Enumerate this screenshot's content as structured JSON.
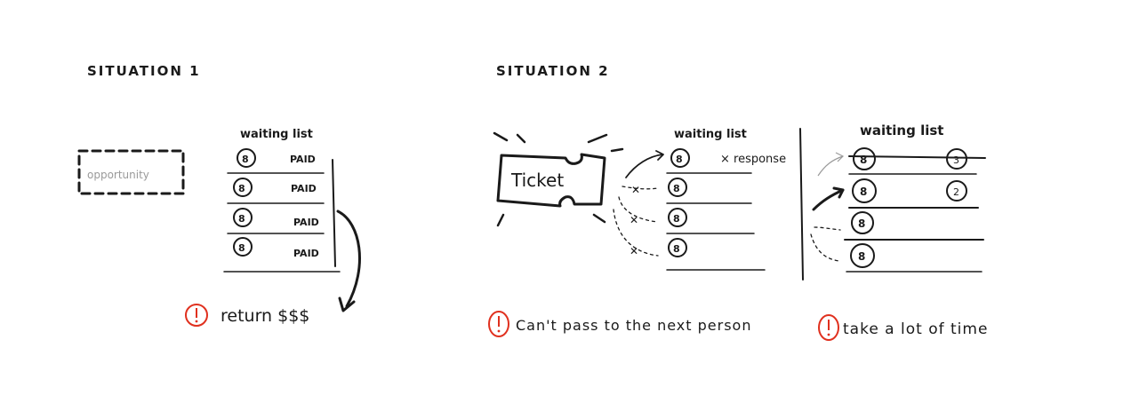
{
  "situation1": {
    "title": "SITUATION 1",
    "opportunity_label": "opportunity",
    "list_title": "waiting list",
    "rows": [
      {
        "status": "PAID"
      },
      {
        "status": "PAID"
      },
      {
        "status": "PAID"
      },
      {
        "status": "PAID"
      }
    ],
    "problem": "return $$$"
  },
  "situation2": {
    "title": "SITUATION 2",
    "ticket_label": "Ticket",
    "list_title": "waiting list",
    "first_row_note": "× response",
    "problem": "Can't pass to the next person"
  },
  "situation2b": {
    "list_title": "waiting list",
    "problem": "take a lot of time"
  },
  "icons": {
    "person": "person-icon",
    "alert": "exclamation-circle-icon",
    "ticket": "ticket-icon",
    "clock": "clock-icon"
  },
  "colors": {
    "ink": "#1a1a1a",
    "alert": "#e0301e",
    "faint": "#9a9a9a"
  }
}
